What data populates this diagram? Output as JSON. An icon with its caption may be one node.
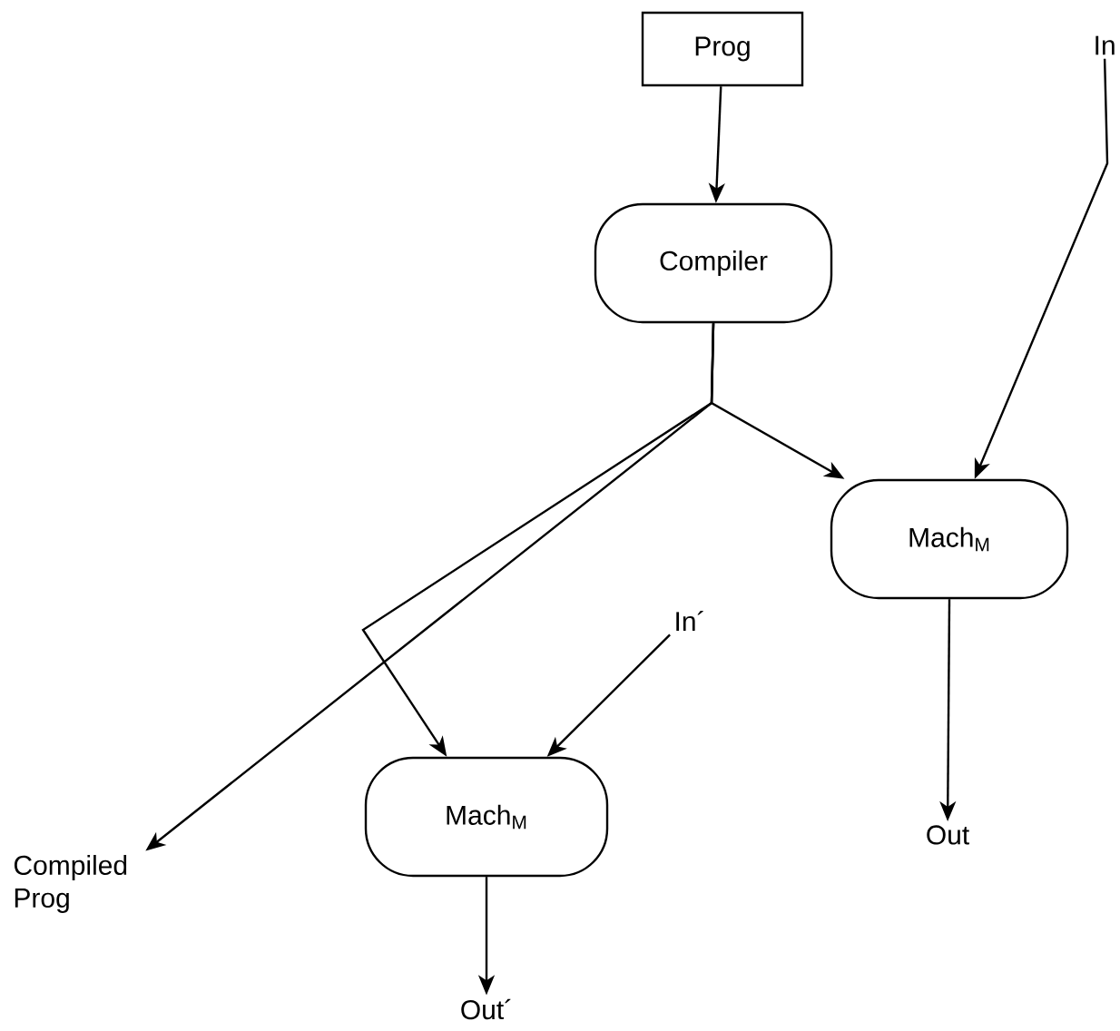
{
  "diagram": {
    "nodes": [
      {
        "text": [
          "Prog"
        ]
      },
      {
        "text": [
          "In"
        ]
      },
      {
        "text": [
          "Compiler"
        ]
      },
      {
        "text": [
          "Mach$_{M}$"
        ]
      },
      {
        "text": [
          "In´"
        ]
      },
      {
        "text": [
          "Mach$_{M}$"
        ]
      },
      {
        "text": [
          "Compiled Prog"
        ]
      },
      {
        "text": [
          "Out"
        ]
      },
      {
        "text": [
          "Out´"
        ]
      }
    ],
    "edges": [
      {
        "from": 0,
        "to": 2,
        "arrow": "to"
      },
      {
        "from": 1,
        "to": 3,
        "arrow": "to"
      },
      {
        "from": 2,
        "to": 3,
        "arrow": "to"
      },
      {
        "from": 2,
        "to": 6,
        "arrow": "to"
      },
      {
        "from": 2,
        "to": 5,
        "arrow": "to"
      },
      {
        "from": 4,
        "to": 5,
        "arrow": "to"
      },
      {
        "from": 3,
        "to": 7,
        "arrow": "to"
      },
      {
        "from": 5,
        "to": 8,
        "arrow": "to"
      }
    ]
  }
}
